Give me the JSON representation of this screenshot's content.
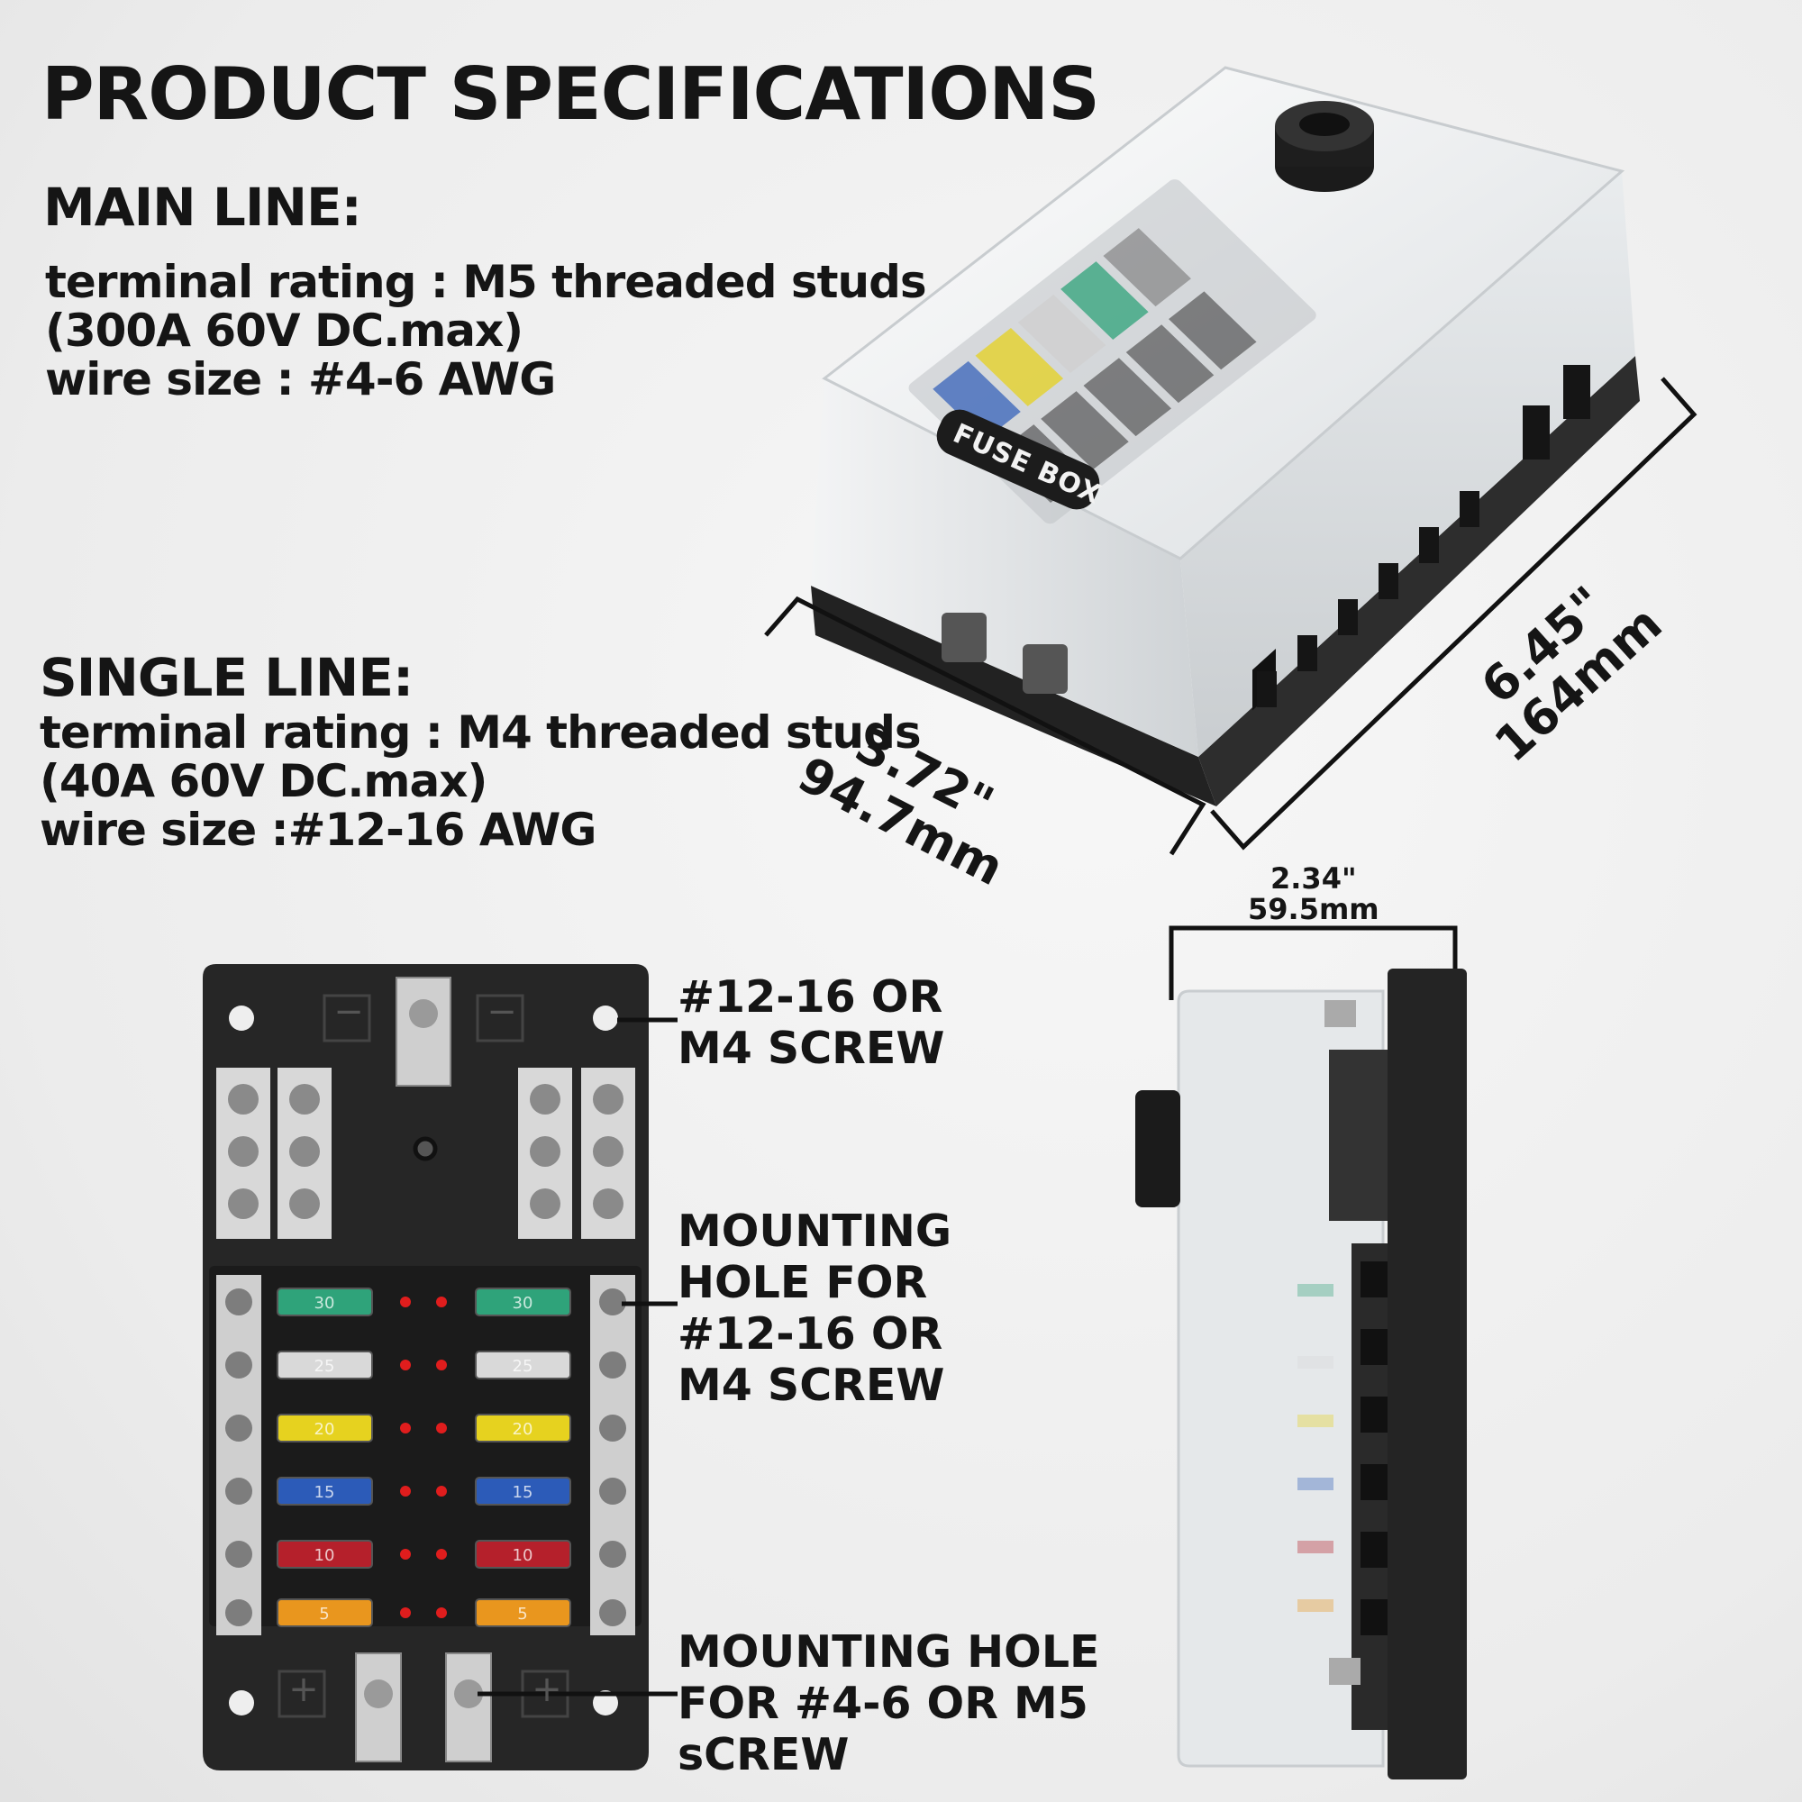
{
  "title": "PRODUCT SPECIFICATIONS",
  "main_line": {
    "heading": "MAIN LINE:",
    "lines": [
      "terminal rating : M5 threaded studs",
      "(300A 60V DC.max)",
      "wire size : #4-6 AWG"
    ]
  },
  "single_line": {
    "heading": "SINGLE LINE:",
    "lines": [
      "terminal rating : M4 threaded studs",
      "(40A 60V DC.max)",
      "wire size :#12-16 AWG"
    ]
  },
  "product_label": "FUSE BOX",
  "dimensions": {
    "width": [
      "3.72\"",
      "94.7mm"
    ],
    "length": [
      "6.45\"",
      "164mm"
    ],
    "height": [
      "2.34\"",
      "59.5mm"
    ]
  },
  "callouts": {
    "screw": [
      "#12-16 OR",
      "M4 SCREW"
    ],
    "mount_small": [
      "MOUNTING",
      "HOLE FOR",
      "#12-16 OR",
      "M4 SCREW"
    ],
    "mount_large": [
      "MOUNTING HOLE",
      "FOR #4-6 OR M5",
      "sCREW"
    ]
  },
  "terminal_symbols": {
    "negative": "−",
    "positive": "+"
  },
  "fuse_colors": [
    "#2fa37a",
    "#d9d9d9",
    "#e6d21f",
    "#2c5bb8",
    "#b5202b",
    "#e9961e"
  ],
  "fuse_ratings": [
    "30",
    "25",
    "20",
    "15",
    "10",
    "5"
  ]
}
